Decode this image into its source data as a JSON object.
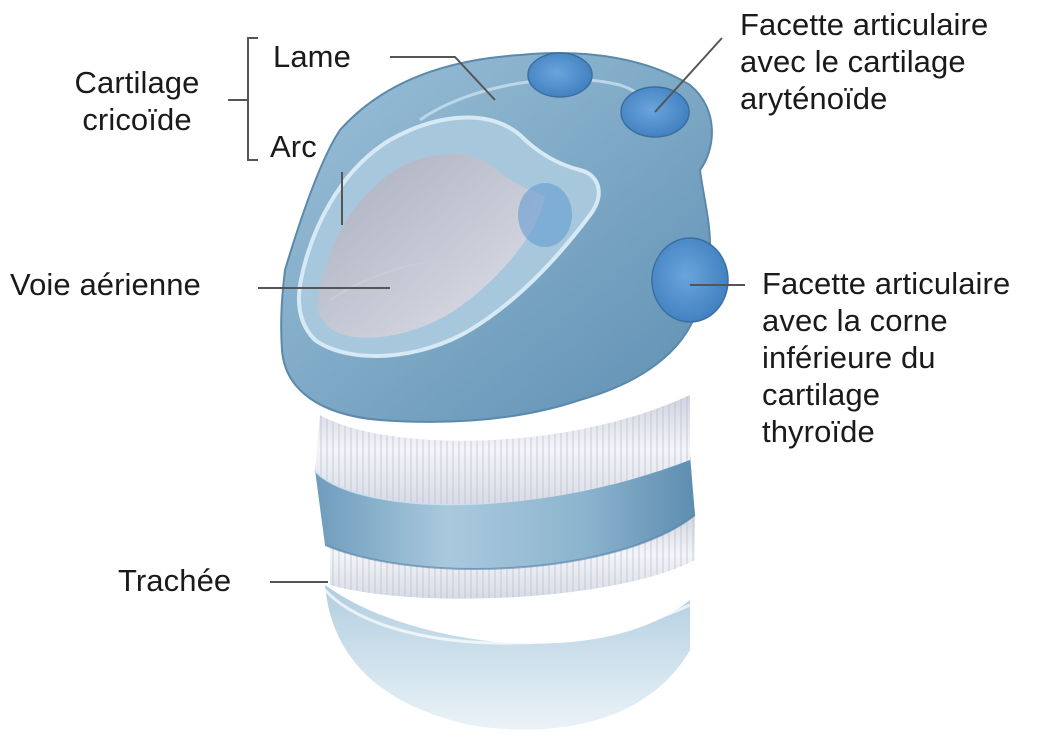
{
  "diagram": {
    "labels": {
      "cricoid_group": "Cartilage\ncricoïde",
      "lamina": "Lame",
      "arch": "Arc",
      "arytenoid_facet": "Facette articulaire\navec le cartilage\naryténoïde",
      "airway": "Voie aérienne",
      "thyroid_facet": "Facette articulaire\navec la corne\ninférieure du\ncartilage\nthyroïde",
      "trachea": "Trachée"
    },
    "colors": {
      "cartilage_dark": "#5d8db0",
      "cartilage_mid": "#86b3cf",
      "cartilage_light": "#c4dceb",
      "facet": "#4f8fcc",
      "membrane": "#e6e8ef",
      "leader_line": "#555555"
    }
  }
}
